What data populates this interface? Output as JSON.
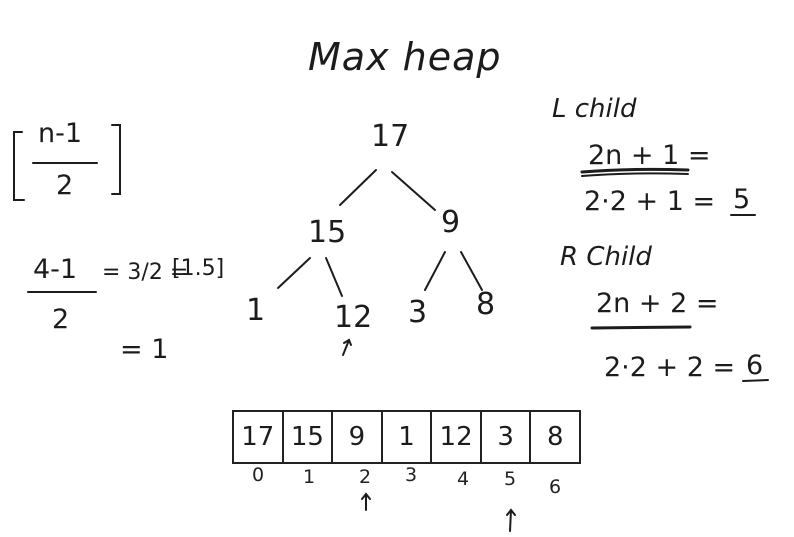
{
  "title": "Max heap",
  "tree": {
    "root": "17",
    "left": "15",
    "right": "9",
    "left_left": "1",
    "left_right": "12",
    "right_left": "3",
    "right_right": "8"
  },
  "parent_formula": {
    "numerator": "n-1",
    "denominator": "2",
    "example_numerator": "4-1",
    "example_denominator": "2",
    "example_mid": "= 3/2 =",
    "example_floor": "1.5",
    "result": "= 1"
  },
  "left_child": {
    "label": "L child",
    "formula": "2n + 1 =",
    "calc": "2·2 + 1 =",
    "answer": "5"
  },
  "right_child": {
    "label": "R Child",
    "formula": "2n + 2 =",
    "calc": "2·2 + 2 =",
    "answer": "6"
  },
  "array": {
    "values": [
      "17",
      "15",
      "9",
      "1",
      "12",
      "3",
      "8"
    ],
    "indices": [
      "0",
      "1",
      "2",
      "3",
      "4",
      "5",
      "6"
    ]
  },
  "colors": {
    "ink": "#1c1c1c",
    "background": "#ffffff"
  }
}
